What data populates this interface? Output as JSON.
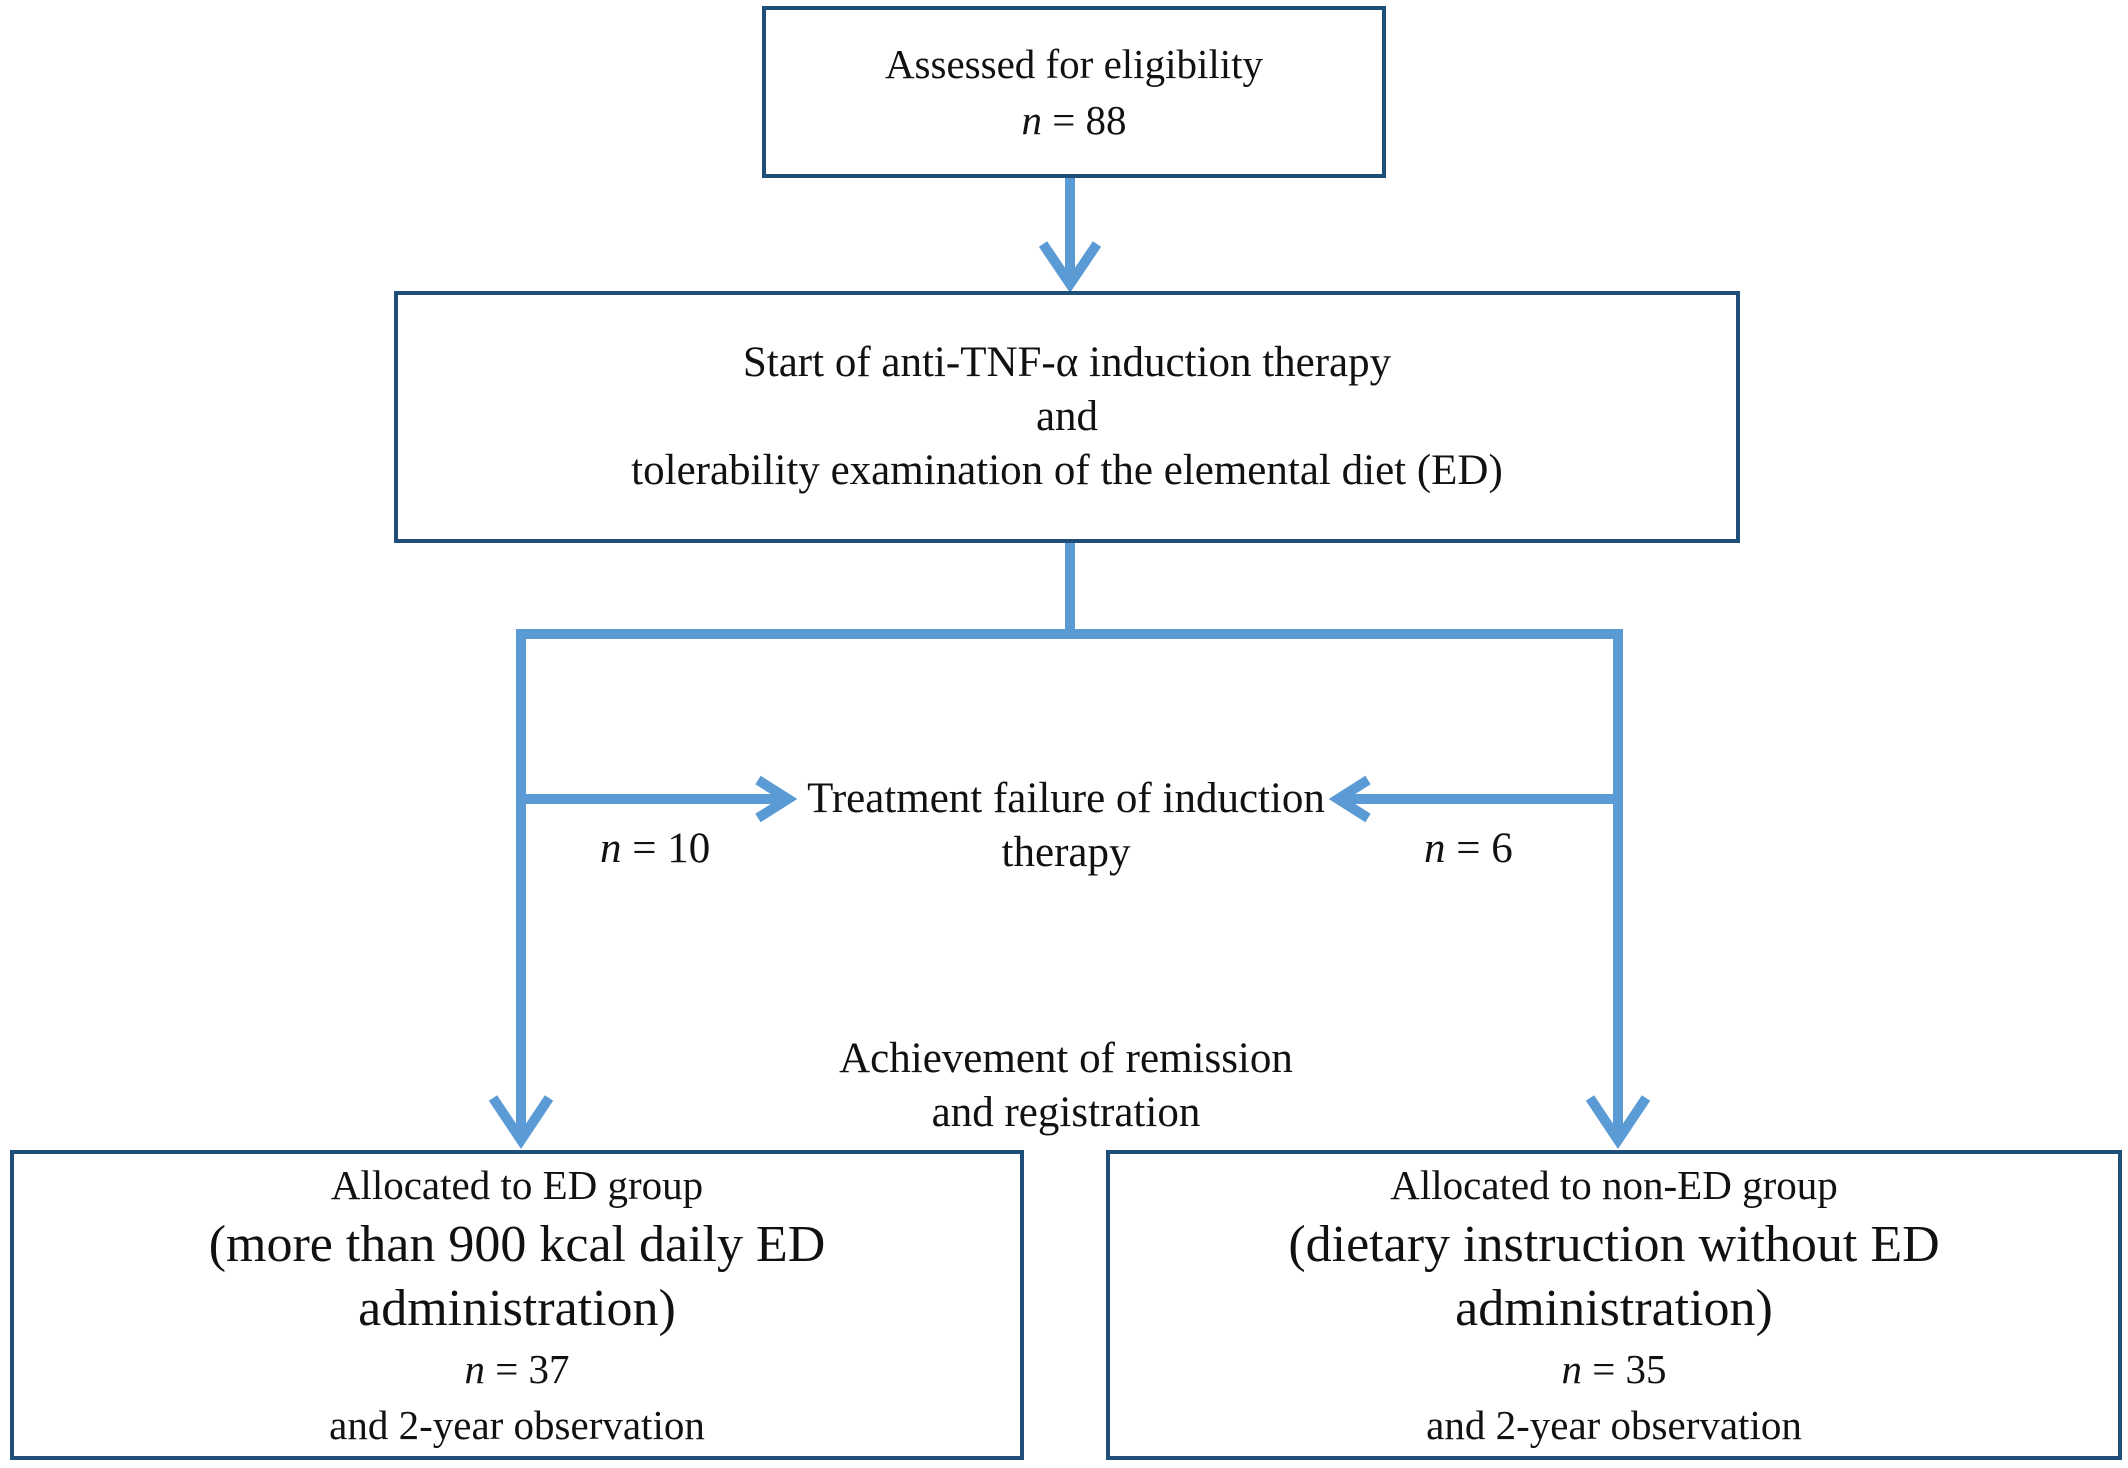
{
  "boxes": {
    "eligibility": {
      "title": "Assessed for eligibility",
      "n_symbol": "n",
      "n_rest": " = 88"
    },
    "induction": {
      "line1": "Start of anti-TNF-α induction therapy",
      "line2": "and",
      "line3": "tolerability examination of the elemental diet (ED)"
    },
    "ed_group": {
      "title": "Allocated to ED group",
      "detail1": "(more than 900 kcal daily ED",
      "detail2": "administration)",
      "n_symbol": "n",
      "n_rest": " = 37",
      "footer": "and 2-year observation"
    },
    "non_ed_group": {
      "title": "Allocated to non-ED group",
      "detail1": "(dietary instruction without ED",
      "detail2": "administration)",
      "n_symbol": "n",
      "n_rest": " = 35",
      "footer": "and 2-year observation"
    }
  },
  "labels": {
    "failure1": "Treatment failure of induction",
    "failure2": "therapy",
    "left_n_symbol": "n",
    "left_n_rest": " = 10",
    "right_n_symbol": "n",
    "right_n_rest": " = 6",
    "remission1": "Achievement of remission",
    "remission2": "and registration"
  },
  "colors": {
    "arrow": "#5b9bd5",
    "box_border": "#1f4e79",
    "text": "#111111"
  }
}
